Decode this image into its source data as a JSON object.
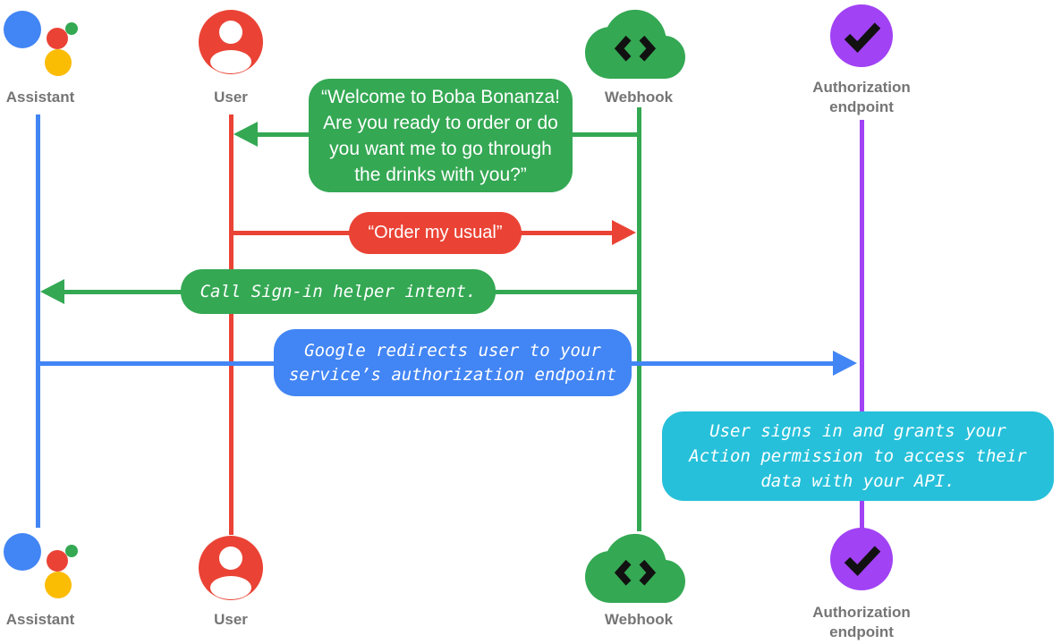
{
  "palette": {
    "assistant_blue": "#4285F4",
    "user_red": "#EA4335",
    "webhook_green": "#34A853",
    "auth_purple": "#A142F4",
    "note_cyan": "#26C0DA",
    "assistant_yellow": "#FBBC04",
    "label_gray": "#757575",
    "glyph_black": "#111111",
    "bubble_text": "#ffffff"
  },
  "actors": {
    "assistant": {
      "label": "Assistant"
    },
    "user": {
      "label": "User"
    },
    "webhook": {
      "label": "Webhook"
    },
    "auth": {
      "label_line1": "Authorization",
      "label_line2": "endpoint"
    }
  },
  "messages": {
    "welcome": {
      "from": "webhook",
      "to": "user",
      "lines": [
        "“Welcome to Boba Bonanza!",
        "Are you ready to order or do",
        "you want me to go through",
        "the drinks with you?”"
      ]
    },
    "order": {
      "from": "user",
      "to": "webhook",
      "text": "“Order my usual”"
    },
    "signin": {
      "from": "webhook",
      "to": "assistant",
      "text": "Call Sign-in helper intent."
    },
    "redirect": {
      "from": "assistant",
      "to": "auth",
      "lines": [
        "Google redirects user to your",
        "service’s authorization endpoint"
      ]
    },
    "note": {
      "at": "auth",
      "lines": [
        "User signs in and grants your",
        "Action permission to access their",
        "data with your API."
      ]
    }
  }
}
